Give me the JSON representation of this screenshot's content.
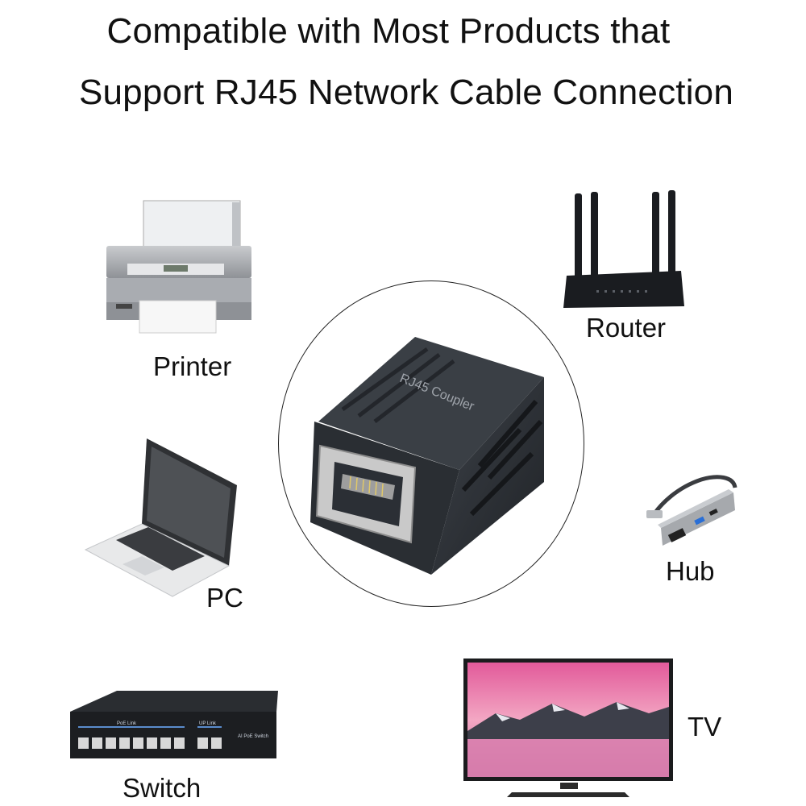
{
  "headline": {
    "line1": "Compatible with Most Products that",
    "line2": "Support RJ45 Network Cable Connection"
  },
  "product": {
    "name": "RJ45 Coupler",
    "body_color": "#2b2f35",
    "port_color": "#c9c9c9"
  },
  "devices": {
    "printer": {
      "label": "Printer",
      "icon": "printer-icon"
    },
    "router": {
      "label": "Router",
      "icon": "router-icon"
    },
    "pc": {
      "label": "PC",
      "icon": "laptop-icon"
    },
    "hub": {
      "label": "Hub",
      "icon": "usb-hub-icon"
    },
    "switch": {
      "label": "Switch",
      "icon": "network-switch-icon"
    },
    "tv": {
      "label": "TV",
      "icon": "tv-icon"
    }
  },
  "switch_panel": {
    "group1": "PoE Link",
    "group2": "UP Link",
    "brand": "AI PoE Switch"
  }
}
